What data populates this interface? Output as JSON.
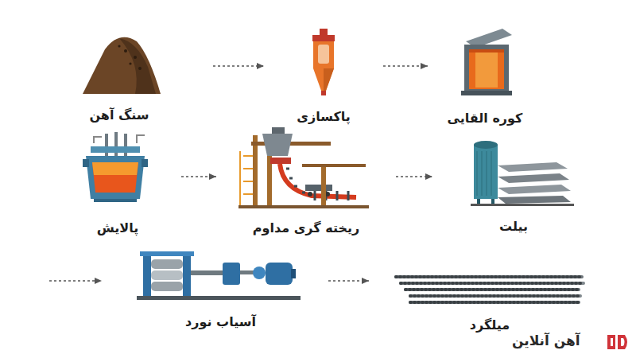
{
  "diagram": {
    "nodes": [
      {
        "text": [
          "سنگ آهن"
        ]
      },
      {
        "text": [
          "پاکسازی"
        ]
      },
      {
        "text": [
          "کوره القایی"
        ]
      },
      {
        "text": [
          "پالایش"
        ]
      },
      {
        "text": [
          "ریخته گری مداوم"
        ]
      },
      {
        "text": [
          "بیلت"
        ]
      },
      {
        "text": [
          "آسیاب نورد"
        ]
      },
      {
        "text": [
          "میلگرد"
        ]
      }
    ],
    "edges": [
      {
        "from": 0,
        "to": 1,
        "arrow": "to"
      },
      {
        "from": 1,
        "to": 2,
        "arrow": "to"
      },
      {
        "from": 3,
        "to": 4,
        "arrow": "to"
      },
      {
        "from": 4,
        "to": 5,
        "arrow": "to"
      },
      {
        "from": 6,
        "to": 7,
        "arrow": "to"
      }
    ],
    "labels": [
      "آهن آنلاین"
    ]
  }
}
